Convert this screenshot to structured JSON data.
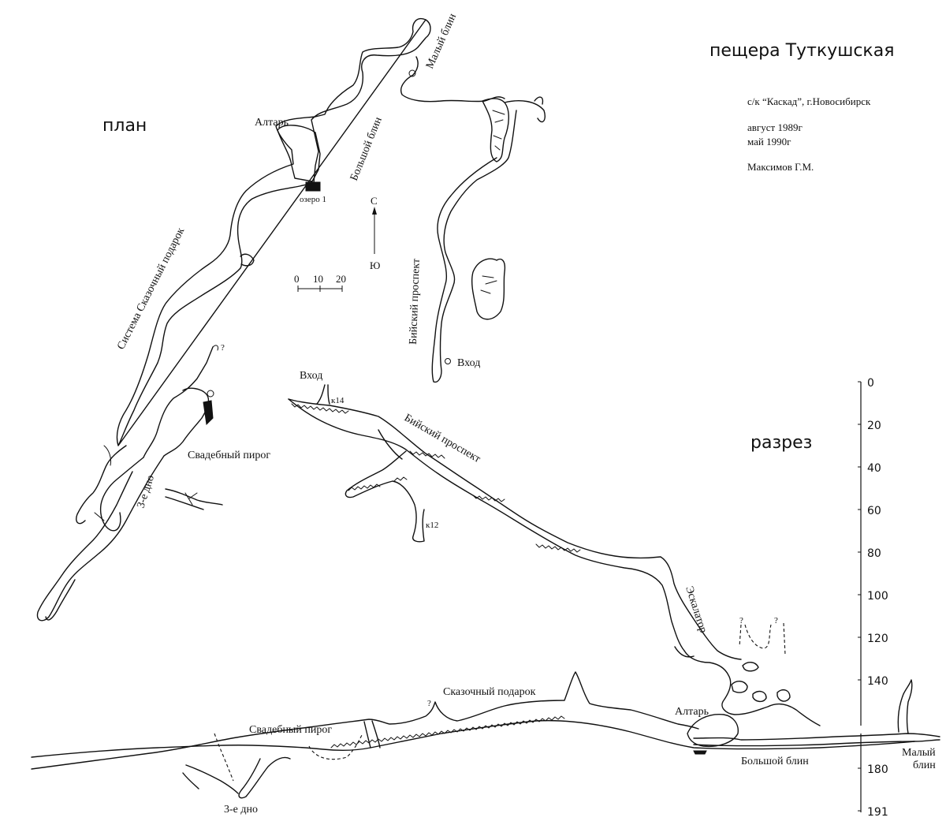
{
  "title": "пещера Туткушская",
  "credits": {
    "club": "с/к “Каскад”, г.Новосибирск",
    "date1": "август 1989г",
    "date2": "май 1990г",
    "author": "Максимов Г.М."
  },
  "plan": {
    "heading": "план",
    "labels": {
      "maly_blin": "Малый блин",
      "bolshoy_blin": "Большой блин",
      "altar": "Алтарь",
      "lake": "озеро 1",
      "system": "Система Сказочный подарок",
      "biysky": "Бийский проспект",
      "entrance": "Вход",
      "wedding_cake": "Свадебный пирог",
      "third_bottom": "3-е дно",
      "question": "?"
    },
    "compass": {
      "north": "С",
      "south": "Ю"
    },
    "scale": {
      "ticks": [
        "0",
        "10",
        "20"
      ]
    }
  },
  "section": {
    "heading": "разрез",
    "labels": {
      "entrance": "Вход",
      "k14": "к14",
      "k12": "к12",
      "biysky": "Бийский проспект",
      "escalator": "Эскалатор",
      "fairy_gift": "Сказочный подарок",
      "wedding_cake": "Свадебный пирог",
      "altar": "Алтарь",
      "bolshoy_blin": "Большой блин",
      "maly_blin_1": "Малый",
      "maly_blin_2": "блин",
      "third_bottom": "3-е дно",
      "q1": "?",
      "q2": "?",
      "q3": "?"
    },
    "depth_scale": {
      "ticks": [
        "0",
        "20",
        "40",
        "60",
        "80",
        "100",
        "120",
        "140",
        "180",
        "191"
      ]
    }
  }
}
